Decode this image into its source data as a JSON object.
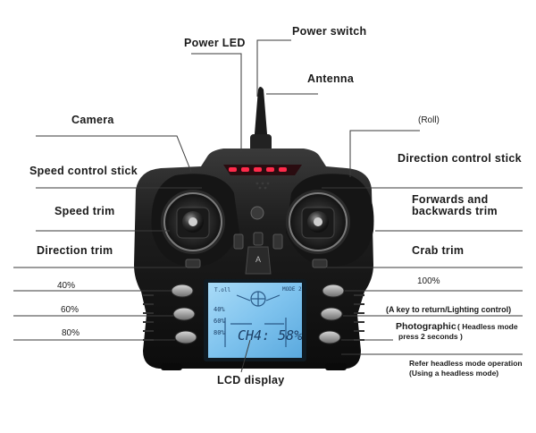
{
  "labels": {
    "power_led": "Power LED",
    "power_switch": "Power switch",
    "antenna": "Antenna",
    "camera": "Camera",
    "roll": "(Roll)",
    "direction_control_stick": "Direction control stick",
    "speed_control_stick": "Speed control stick",
    "forwards_backwards_trim_1": "Forwards and",
    "forwards_backwards_trim_2": "backwards trim",
    "speed_trim": "Speed trim",
    "direction_trim": "Direction trim",
    "crab_trim": "Crab trim",
    "pct_40": "40%",
    "pct_60": "60%",
    "pct_80": "80%",
    "pct_100": "100%",
    "return_key": "(A key to return/Lighting control)",
    "photographic": "Photographic",
    "headless_1": "( Headless mode",
    "headless_2": "press 2 seconds  )",
    "refer_1": "Refer headless mode operation",
    "refer_2": "(Using a headless mode)",
    "lcd_display": "LCD display"
  },
  "lcd": {
    "mode": "MODE 2",
    "left_40": "40%",
    "left_60": "60%",
    "left_80": "80%",
    "reading": "CH4: 58%"
  },
  "colors": {
    "body": "#1b1b1b",
    "led": "#ff2a4a",
    "lcd": "#7fc3ee"
  }
}
